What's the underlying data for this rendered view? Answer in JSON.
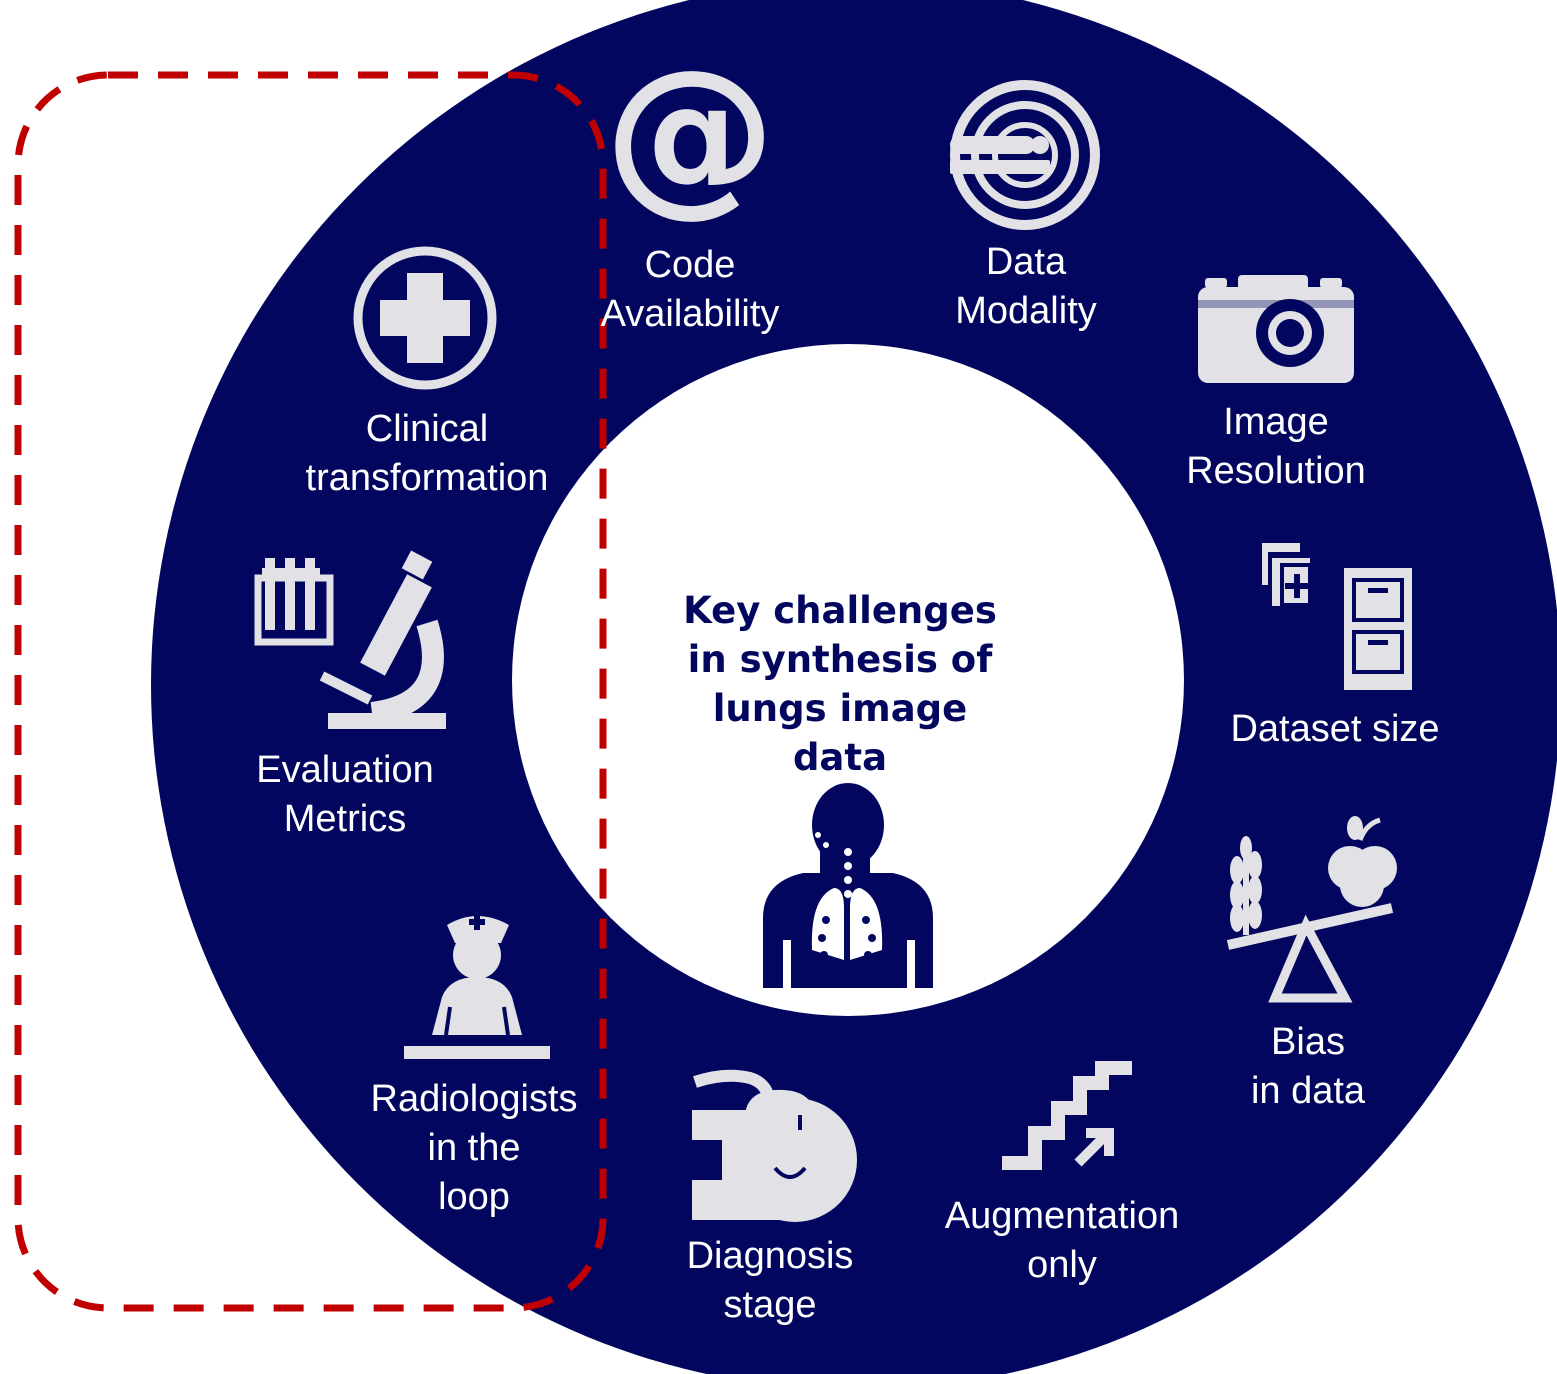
{
  "colors": {
    "ring": "#02065e",
    "icon": "#e1e1e6",
    "center_bg": "#ffffff",
    "center_text": "#02065e",
    "dashed_box": "#c00000"
  },
  "center": {
    "title_lines": [
      "Key challenges",
      "in synthesis of",
      "lungs image",
      "data"
    ],
    "icon": "lungs-person-icon"
  },
  "challenges": [
    {
      "id": "code",
      "icon": "at-sign-icon",
      "lines": [
        "Code",
        "Availability"
      ]
    },
    {
      "id": "modality",
      "icon": "mri-scanner-icon",
      "lines": [
        "Data",
        "Modality"
      ]
    },
    {
      "id": "resolution",
      "icon": "camera-icon",
      "lines": [
        "Image",
        "Resolution"
      ]
    },
    {
      "id": "dataset",
      "icon": "file-cabinet-icon",
      "lines": [
        "Dataset size"
      ]
    },
    {
      "id": "bias",
      "icon": "balance-scale-icon",
      "lines": [
        "Bias",
        "in data"
      ]
    },
    {
      "id": "augmentation",
      "icon": "stairs-arrow-icon",
      "lines": [
        "Augmentation",
        "only"
      ]
    },
    {
      "id": "diagnosis",
      "icon": "head-scan-icon",
      "lines": [
        "Diagnosis",
        "stage"
      ]
    },
    {
      "id": "radiologists",
      "icon": "nurse-icon",
      "lines": [
        "Radiologists",
        "in the",
        "loop"
      ]
    },
    {
      "id": "evaluation",
      "icon": "microscope-icon",
      "lines": [
        "Evaluation",
        "Metrics"
      ]
    },
    {
      "id": "clinical",
      "icon": "medical-cross-icon",
      "lines": [
        "Clinical",
        "transformation"
      ]
    }
  ]
}
